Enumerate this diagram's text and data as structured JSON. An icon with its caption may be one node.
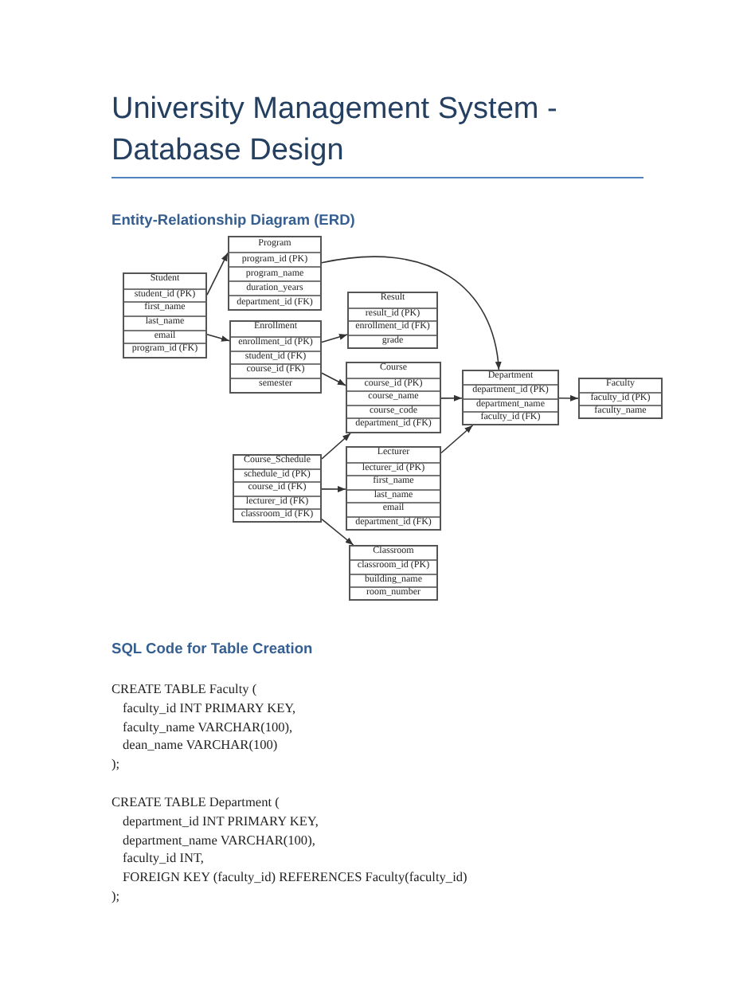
{
  "diagram": {
    "title": "University Management System - Database Design",
    "nodes": [
      {
        "text": [
          "Student",
          "student_id (PK)",
          "first_name",
          "last_name",
          "email",
          "program_id (FK)"
        ]
      },
      {
        "text": [
          "Program",
          "program_id (PK)",
          "program_name",
          "duration_years",
          "department_id (FK)"
        ]
      },
      {
        "text": [
          "Enrollment",
          "enrollment_id (PK)",
          "student_id (FK)",
          "course_id (FK)",
          "semester"
        ]
      },
      {
        "text": [
          "Course_Schedule",
          "schedule_id (PK)",
          "course_id (FK)",
          "lecturer_id (FK)",
          "classroom_id (FK)"
        ]
      },
      {
        "text": [
          "Result",
          "result_id (PK)",
          "enrollment_id (FK)",
          "grade"
        ]
      },
      {
        "text": [
          "Course",
          "course_id (PK)",
          "course_name",
          "course_code",
          "department_id (FK)"
        ]
      },
      {
        "text": [
          "Lecturer",
          "lecturer_id (PK)",
          "first_name",
          "last_name",
          "email",
          "department_id (FK)"
        ]
      },
      {
        "text": [
          "Classroom",
          "classroom_id (PK)",
          "building_name",
          "room_number"
        ]
      },
      {
        "text": [
          "Department",
          "department_id (PK)",
          "department_name",
          "faculty_id (FK)"
        ]
      },
      {
        "text": [
          "Faculty",
          "faculty_id (PK)",
          "faculty_name"
        ]
      }
    ],
    "edges": [
      {
        "from": 0,
        "to": 1,
        "arrow": "to"
      },
      {
        "from": 0,
        "to": 2,
        "arrow": "to"
      },
      {
        "from": 1,
        "to": 8,
        "arrow": "to"
      },
      {
        "from": 2,
        "to": 4,
        "arrow": "to"
      },
      {
        "from": 2,
        "to": 5,
        "arrow": "to"
      },
      {
        "from": 3,
        "to": 5,
        "arrow": "to"
      },
      {
        "from": 3,
        "to": 6,
        "arrow": "to"
      },
      {
        "from": 3,
        "to": 7,
        "arrow": "to"
      },
      {
        "from": 5,
        "to": 8,
        "arrow": "to"
      },
      {
        "from": 6,
        "to": 8,
        "arrow": "to"
      },
      {
        "from": 8,
        "to": 9,
        "arrow": "to"
      }
    ],
    "labels": [
      "Entity-Relationship Diagram (ERD)",
      "SQL Code for Table Creation",
      "CREATE TABLE Faculty (",
      "faculty_id INT PRIMARY KEY,",
      "faculty_name VARCHAR(100),",
      "dean_name VARCHAR(100)",
      ");",
      "CREATE TABLE Department (",
      "department_id INT PRIMARY KEY,",
      "department_name VARCHAR(100),",
      "faculty_id INT,",
      "FOREIGN KEY (faculty_id) REFERENCES Faculty(faculty_id)",
      ");"
    ]
  }
}
